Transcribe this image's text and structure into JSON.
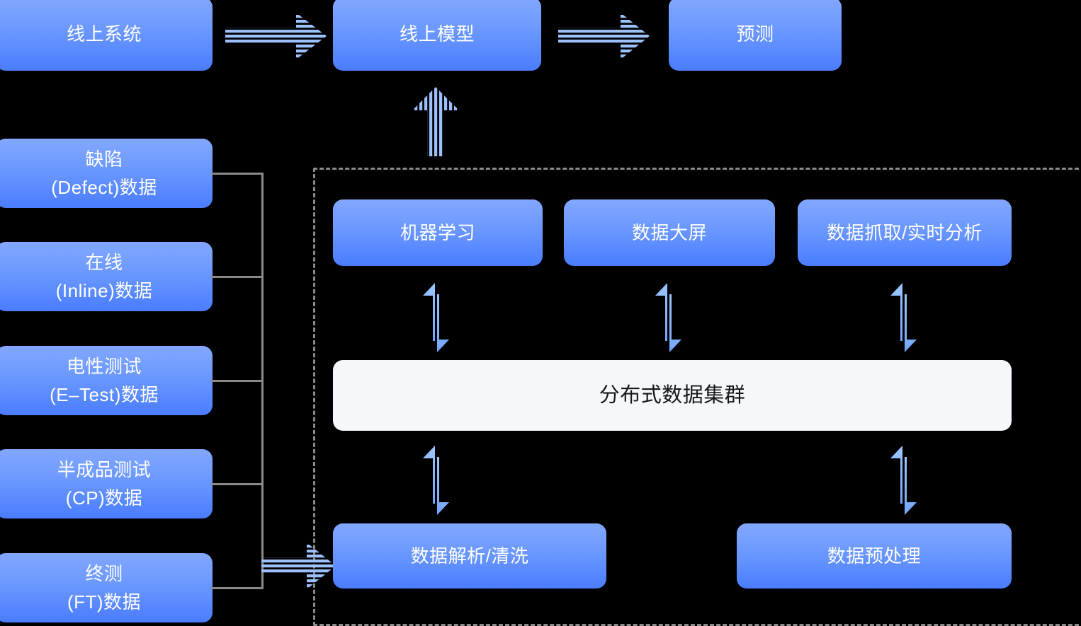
{
  "diagram": {
    "title_flow": "线上系统 → 线上模型 → 预测",
    "colors": {
      "node_gradient_top": "#82a7ff",
      "node_gradient_bottom": "#4a7dff",
      "node_text": "#ffffff",
      "white_node_bg": "#f6f7fb",
      "white_node_text": "#17181c",
      "arrow_fill": "#8fb6ff",
      "connector_line": "#8a8a8a",
      "dashed_border": "#8a8a8a",
      "background": "#000000"
    }
  },
  "top_row": [
    {
      "id": "online-system",
      "label": "线上系统"
    },
    {
      "id": "online-model",
      "label": "线上模型"
    },
    {
      "id": "prediction",
      "label": "预测"
    }
  ],
  "data_sources": [
    {
      "id": "defect",
      "line1": "缺陷",
      "line2": "(Defect)数据"
    },
    {
      "id": "inline",
      "line1": "在线",
      "line2": "(Inline)数据"
    },
    {
      "id": "etest",
      "line1": "电性测试",
      "line2": "(E–Test)数据"
    },
    {
      "id": "cp",
      "line1": "半成品测试",
      "line2": "(CP)数据"
    },
    {
      "id": "ft",
      "line1": "终测",
      "line2": "(FT)数据"
    }
  ],
  "platform": {
    "apps_row": [
      {
        "id": "machine-learning",
        "label": "机器学习"
      },
      {
        "id": "data-dashboard",
        "label": "数据大屏"
      },
      {
        "id": "data-capture",
        "label": "数据抓取/实时分析"
      }
    ],
    "cluster": {
      "id": "distributed-cluster",
      "label": "分布式数据集群"
    },
    "ingest_row": [
      {
        "id": "data-parse-clean",
        "label": "数据解析/清洗"
      },
      {
        "id": "data-preprocess",
        "label": "数据预处理"
      }
    ]
  },
  "arrows": {
    "system_to_model": "striped-arrow-right",
    "model_to_prediction": "striped-arrow-right",
    "platform_to_model": "striped-arrow-up",
    "sources_to_parse": "striped-arrow-right",
    "ml_to_cluster": "bidirectional-arrow-vertical",
    "dashboard_to_cluster": "bidirectional-arrow-vertical",
    "capture_to_cluster": "bidirectional-arrow-vertical",
    "cluster_to_parse": "bidirectional-arrow-vertical",
    "cluster_to_preprocess": "bidirectional-arrow-vertical"
  }
}
